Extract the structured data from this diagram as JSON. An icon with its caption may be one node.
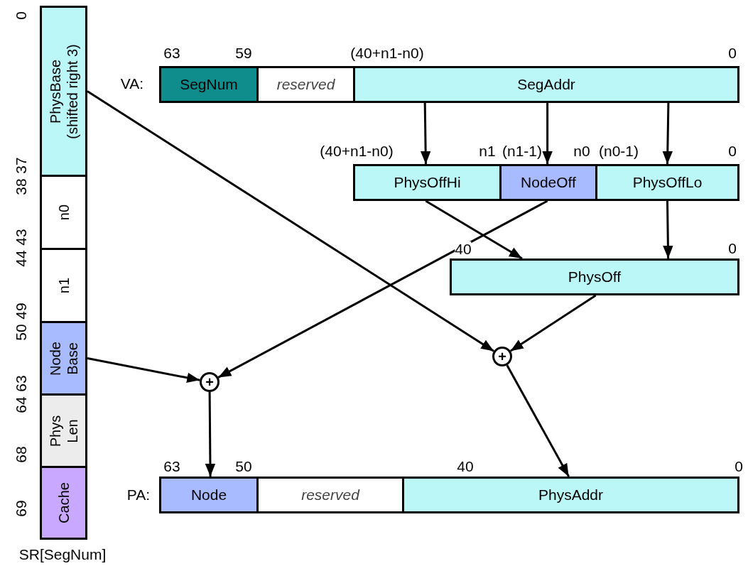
{
  "diagram": {
    "nodes": [
      {
        "text": [
          "PhysBase (shifted right 3)"
        ]
      },
      {
        "text": [
          "n0"
        ]
      },
      {
        "text": [
          "n1"
        ]
      },
      {
        "text": [
          "Node Base"
        ]
      },
      {
        "text": [
          "Phys Len"
        ]
      },
      {
        "text": [
          "Cache"
        ]
      },
      {
        "text": [
          "SegNum"
        ]
      },
      {
        "text": [
          "reserved"
        ]
      },
      {
        "text": [
          "SegAddr"
        ]
      },
      {
        "text": [
          "PhysOffHi"
        ]
      },
      {
        "text": [
          "NodeOff"
        ]
      },
      {
        "text": [
          "PhysOffLo"
        ]
      },
      {
        "text": [
          "PhysOff"
        ]
      },
      {
        "text": [
          "+"
        ]
      },
      {
        "text": [
          "+"
        ]
      },
      {
        "text": [
          "Node"
        ]
      },
      {
        "text": [
          "reserved"
        ]
      },
      {
        "text": [
          "PhysAddr"
        ]
      }
    ],
    "edges": [
      {
        "from": 8,
        "to": 9,
        "arrow": "to"
      },
      {
        "from": 8,
        "to": 10,
        "arrow": "to"
      },
      {
        "from": 8,
        "to": 11,
        "arrow": "to"
      },
      {
        "from": 9,
        "to": 12,
        "arrow": "to"
      },
      {
        "from": 11,
        "to": 12,
        "arrow": "to"
      },
      {
        "from": 10,
        "to": 13,
        "arrow": "to"
      },
      {
        "from": 0,
        "to": 14,
        "arrow": "to"
      },
      {
        "from": 12,
        "to": 14,
        "arrow": "to"
      },
      {
        "from": 3,
        "to": 13,
        "arrow": "to"
      },
      {
        "from": 13,
        "to": 15,
        "arrow": "to"
      },
      {
        "from": 14,
        "to": 17,
        "arrow": "to"
      }
    ],
    "labels": [
      "0",
      "37",
      "38",
      "43",
      "44",
      "49",
      "50",
      "63",
      "64",
      "68",
      "69",
      "SR[SegNum]",
      "63",
      "59",
      "(40+n1-n0)",
      "0",
      "VA:",
      "(40+n1-n0)",
      "n1",
      "(n1-1)",
      "n0",
      "(n0-1)",
      "0",
      "40",
      "0",
      "63",
      "50",
      "40",
      "0",
      "PA:"
    ]
  }
}
